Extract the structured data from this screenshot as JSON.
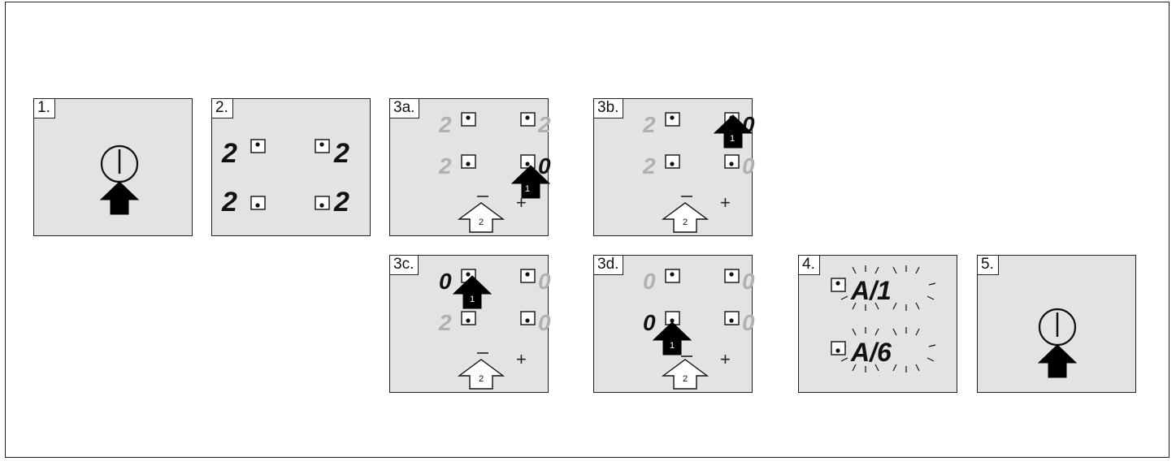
{
  "steps": {
    "s1": "1.",
    "s2": "2.",
    "s3a": "3a.",
    "s3b": "3b.",
    "s3c": "3c.",
    "s3d": "3d.",
    "s4": "4.",
    "s5": "5."
  },
  "digits": {
    "p2": [
      "2",
      "2",
      "2",
      "2"
    ],
    "p3a": [
      "2",
      "2",
      "2",
      "0"
    ],
    "p3b": [
      "2",
      "0",
      "2",
      "0"
    ],
    "p3c": [
      "0",
      "0",
      "2",
      "0"
    ],
    "p3d": [
      "0",
      "0",
      "0",
      "0"
    ],
    "p4": [
      "A/1",
      "A/6"
    ]
  },
  "arrows": {
    "black_label": "1",
    "white_label": "2"
  },
  "symbols": {
    "minus": "−",
    "plus": "+"
  },
  "icons": {
    "power": "power-icon",
    "push": "push-arrow-icon"
  },
  "colors": {
    "panel": "#e3e3e3",
    "active": "#111111",
    "inactive": "#b0b0b0",
    "frame": "#222222"
  }
}
